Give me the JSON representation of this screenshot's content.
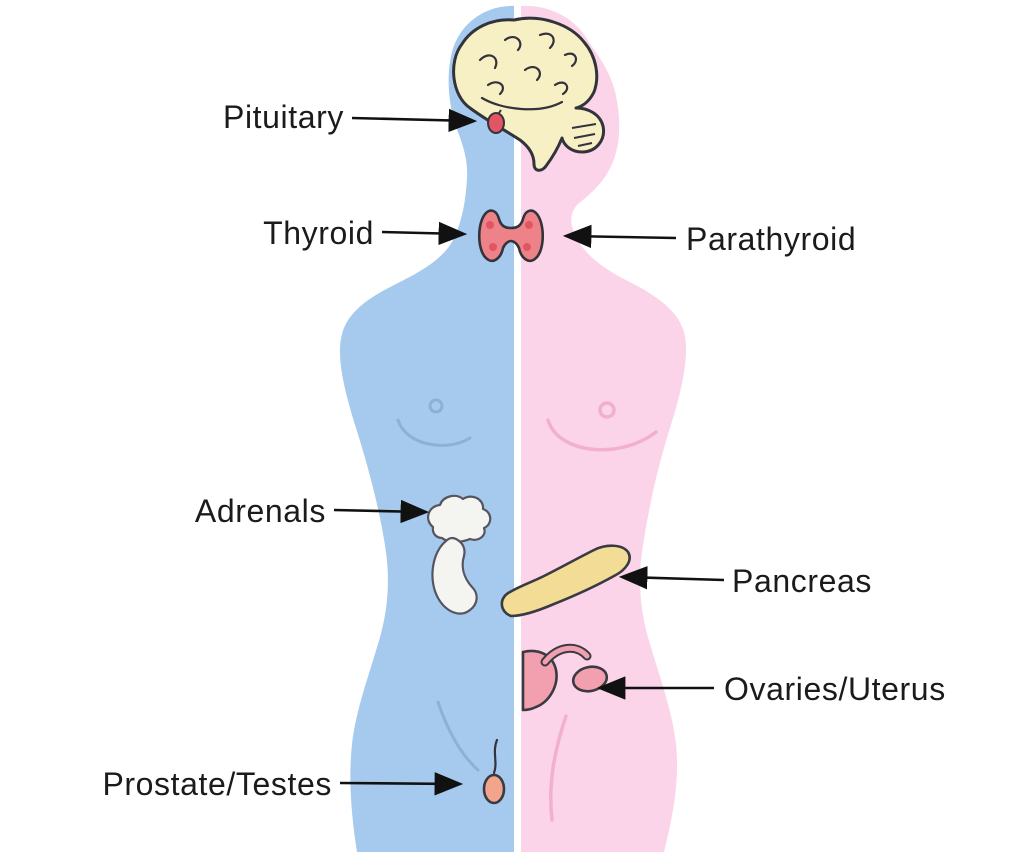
{
  "diagram": {
    "labels": {
      "pituitary": "Pituitary",
      "thyroid": "Thyroid",
      "parathyroid": "Parathyroid",
      "adrenals": "Adrenals",
      "pancreas": "Pancreas",
      "ovaries_uterus": "Ovaries/Uterus",
      "prostate_testes": "Prostate/Testes"
    },
    "colors": {
      "male_half": "#A6C9EE",
      "female_half": "#FBD4E9",
      "brain": "#F7F0C4",
      "thyroid_gland": "#EE8289",
      "thyroid_dots": "#E25563",
      "adrenal_gland": "#F4F4F1",
      "pancreas_gland": "#F3DD96",
      "ovary_uterus": "#F2A0AF",
      "testis": "#F2A58C",
      "breast_line_male": "#8FB0D6",
      "breast_line_female": "#F2AFD0",
      "label_text": "#1B1B1B",
      "arrow": "#111111"
    }
  }
}
